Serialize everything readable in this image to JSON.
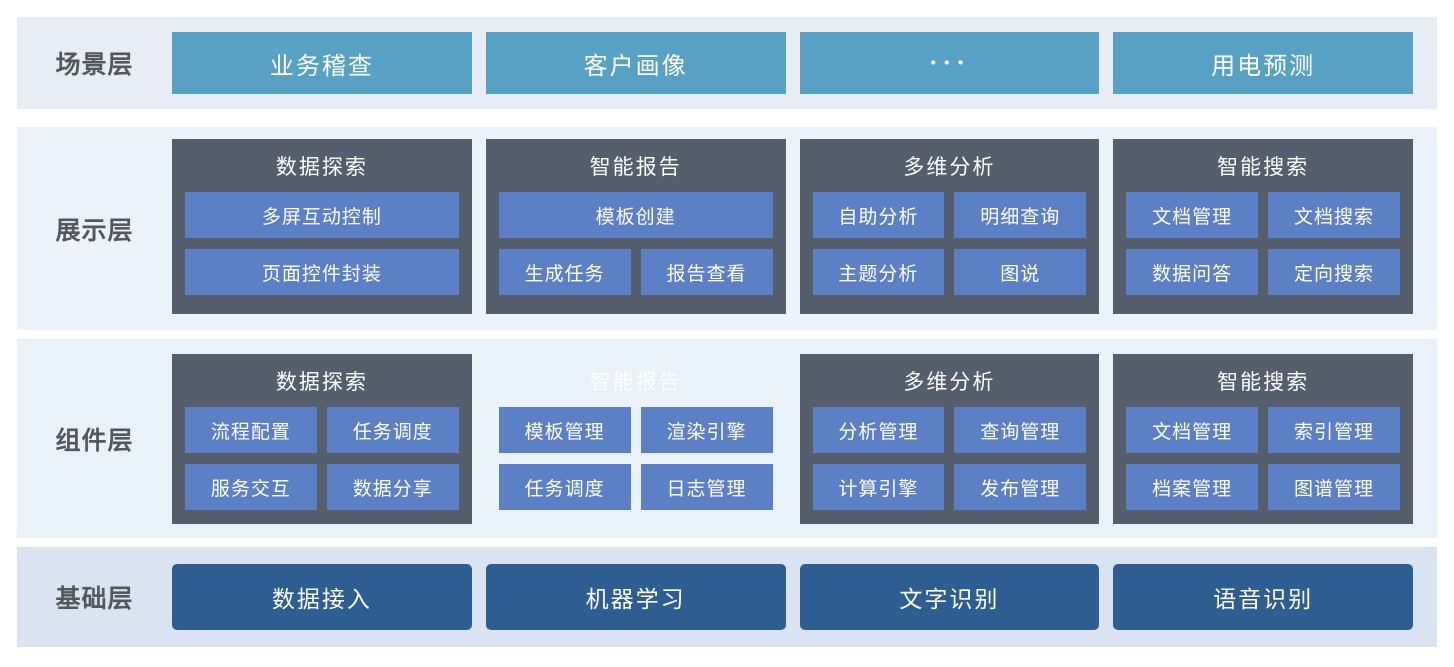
{
  "diagram_title": "platform-architecture-layers",
  "colors": {
    "scenario_button": "#57a1c5",
    "module_card": "#545e6d",
    "sub_button": "#5b80c6",
    "foundation_button": "#2e5d92",
    "band_backgrounds": [
      "#e8ecf4",
      "#ebf2fa",
      "#e9f1f9",
      "#d9e3f1"
    ],
    "label_text": "#55575a"
  },
  "layers": [
    {
      "label": "场景层",
      "kind": "buttons",
      "style": "teal",
      "items": [
        "业务稽查",
        "客户画像",
        "···",
        "用电预测"
      ]
    },
    {
      "label": "展示层",
      "kind": "cards",
      "cards": [
        {
          "title": "数据探索",
          "dark": true,
          "rows": [
            [
              "多屏互动控制"
            ],
            [
              "页面控件封装"
            ]
          ]
        },
        {
          "title": "智能报告",
          "dark": true,
          "rows": [
            [
              "模板创建"
            ],
            [
              "生成任务",
              "报告查看"
            ]
          ]
        },
        {
          "title": "多维分析",
          "dark": true,
          "rows": [
            [
              "自助分析",
              "明细查询"
            ],
            [
              "主题分析",
              "图说"
            ]
          ]
        },
        {
          "title": "智能搜索",
          "dark": true,
          "rows": [
            [
              "文档管理",
              "文档搜索"
            ],
            [
              "数据问答",
              "定向搜索"
            ]
          ]
        }
      ]
    },
    {
      "label": "组件层",
      "kind": "cards",
      "cards": [
        {
          "title": "数据探索",
          "dark": true,
          "rows": [
            [
              "流程配置",
              "任务调度"
            ],
            [
              "服务交互",
              "数据分享"
            ]
          ]
        },
        {
          "title": "智能报告",
          "dark": false,
          "rows": [
            [
              "模板管理",
              "渲染引擎"
            ],
            [
              "任务调度",
              "日志管理"
            ]
          ]
        },
        {
          "title": "多维分析",
          "dark": true,
          "rows": [
            [
              "分析管理",
              "查询管理"
            ],
            [
              "计算引擎",
              "发布管理"
            ]
          ]
        },
        {
          "title": "智能搜索",
          "dark": true,
          "rows": [
            [
              "文档管理",
              "索引管理"
            ],
            [
              "档案管理",
              "图谱管理"
            ]
          ]
        }
      ]
    },
    {
      "label": "基础层",
      "kind": "buttons",
      "style": "deep",
      "items": [
        "数据接入",
        "机器学习",
        "文字识别",
        "语音识别"
      ]
    }
  ]
}
